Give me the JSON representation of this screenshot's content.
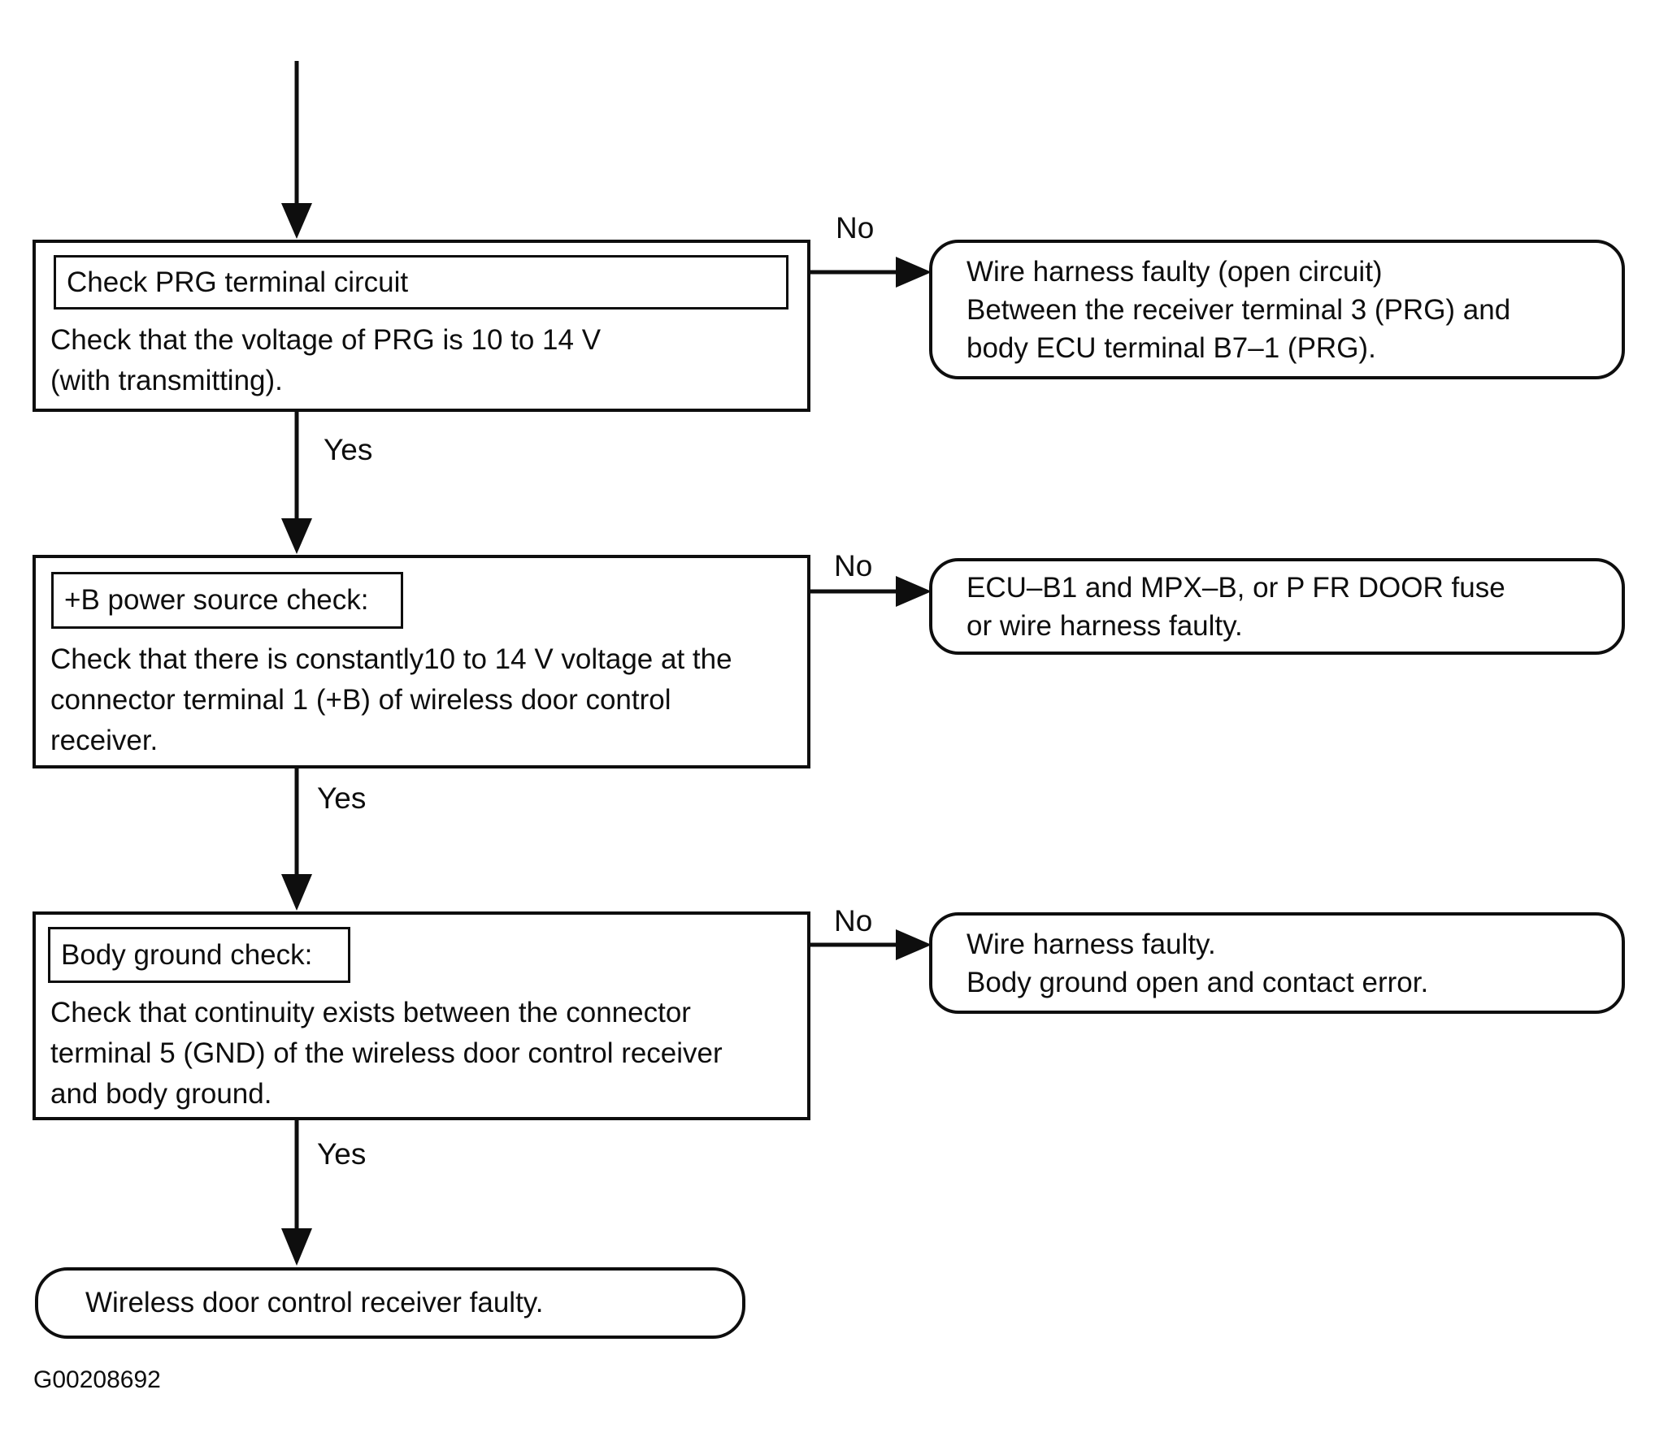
{
  "figure_label": "G00208692",
  "colors": {
    "ink": "#0e0e0e",
    "paper": "#ffffff"
  },
  "flow": {
    "steps": [
      {
        "title": "Check PRG terminal circuit",
        "body": [
          "Check that the voltage of PRG is 10 to 14 V",
          "(with transmitting)."
        ],
        "yes_label": "Yes",
        "no_label": "No",
        "no_result": [
          "Wire harness faulty (open circuit)",
          "Between the receiver terminal 3 (PRG) and",
          "body ECU terminal B7–1 (PRG)."
        ]
      },
      {
        "title": "+B power source check:",
        "body": [
          "Check that there is constantly10 to 14 V voltage at the",
          "connector terminal 1 (+B) of wireless door control",
          "receiver."
        ],
        "yes_label": "Yes",
        "no_label": "No",
        "no_result": [
          "ECU–B1 and MPX–B, or P FR DOOR fuse",
          "or wire harness faulty."
        ]
      },
      {
        "title": "Body ground check:",
        "body": [
          "Check that continuity exists between the connector",
          "terminal 5 (GND) of the wireless door control receiver",
          "and body ground."
        ],
        "yes_label": "Yes",
        "no_label": "No",
        "no_result": [
          "Wire harness faulty.",
          "Body ground open and contact error."
        ]
      }
    ],
    "terminal": "Wireless door control receiver faulty."
  }
}
